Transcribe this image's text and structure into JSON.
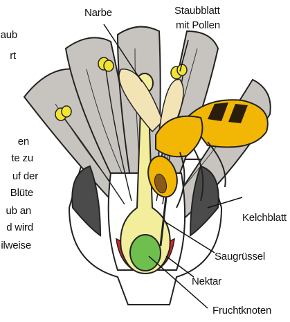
{
  "labels": {
    "narbe": "Narbe",
    "staubblatt_1": "Staubblatt",
    "staubblatt_2": "mit Pollen",
    "kelchblatt": "Kelchblatt",
    "saugruessel": "Saugrüssel",
    "nektar": "Nektar",
    "fruchtknoten": "Fruchtknoten"
  },
  "description_lines": [
    "aub",
    "rt",
    "en",
    "te zu",
    "uf der",
    "Blüte",
    "ub an",
    "d wird",
    "ilweise"
  ],
  "colors": {
    "petal": "#c7c4bf",
    "sepal": "#4b4b4b",
    "pistil": "#f3ee9c",
    "ovary": "#6fbf4f",
    "nectar": "#d8262a",
    "bee_body": "#f2b705",
    "bee_stripe": "#2b1d0e",
    "wing": "#f3e4b6",
    "anther": "#f2e433",
    "outline": "#222222"
  }
}
